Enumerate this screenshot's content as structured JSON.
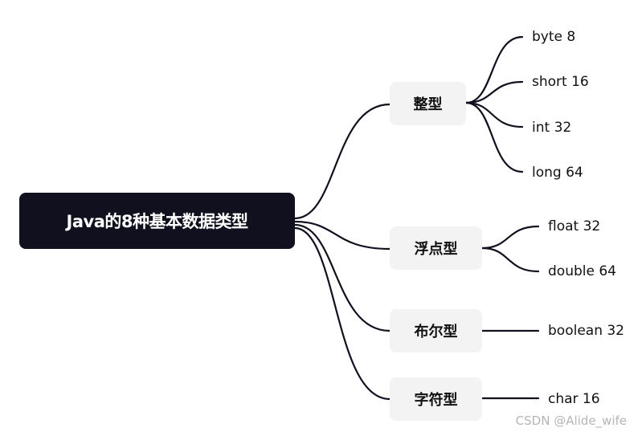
{
  "root": {
    "label": "Java的8种基本数据类型"
  },
  "branches": [
    {
      "label": "整型",
      "leaves": [
        "byte 8",
        "short 16",
        "int 32",
        "long 64"
      ]
    },
    {
      "label": "浮点型",
      "leaves": [
        "float 32",
        "double 64"
      ]
    },
    {
      "label": "布尔型",
      "leaves": [
        "boolean 32"
      ]
    },
    {
      "label": "字符型",
      "leaves": [
        "char 16"
      ]
    }
  ],
  "watermark": "CSDN @Alide_wife",
  "colors": {
    "root_bg": "#10101f",
    "branch_bg": "#f3f3f3",
    "line": "#10101f"
  }
}
